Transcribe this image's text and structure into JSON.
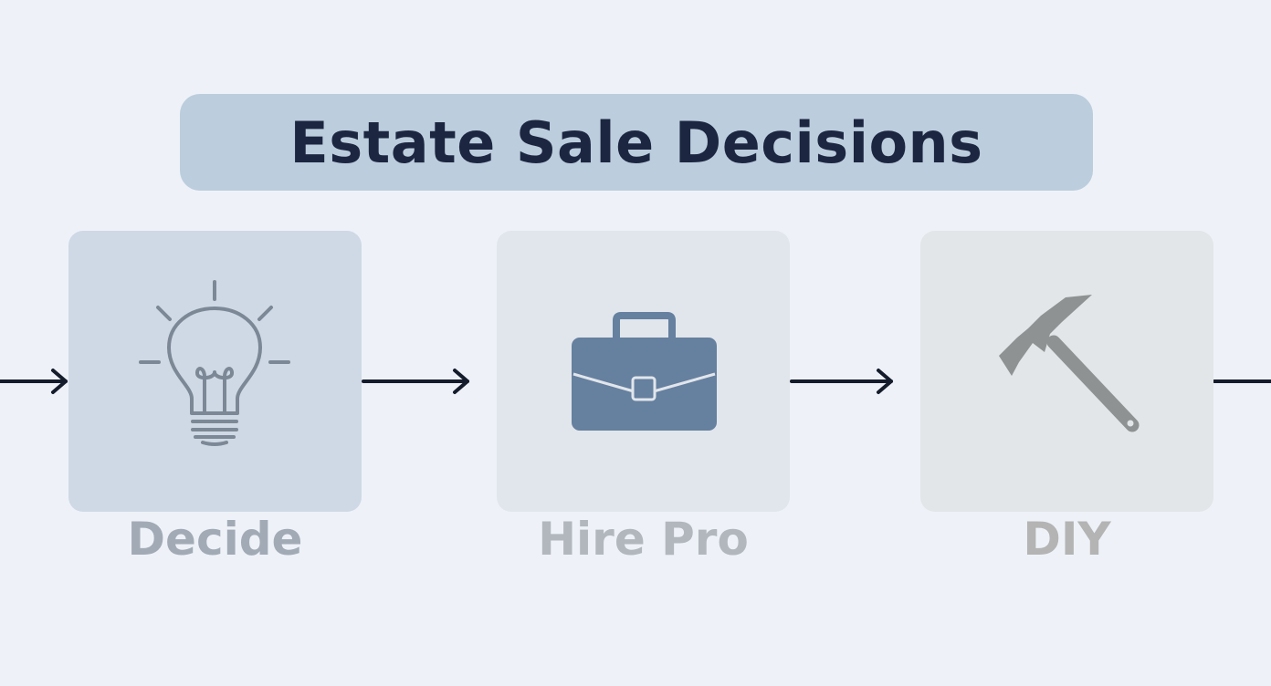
{
  "title": "Estate Sale Decisions",
  "steps": [
    {
      "label": "Decide",
      "icon": "lightbulb-icon"
    },
    {
      "label": "Hire Pro",
      "icon": "briefcase-icon"
    },
    {
      "label": "DIY",
      "icon": "hammer-icon"
    }
  ],
  "colors": {
    "background": "#eef2f8",
    "banner": "#bccddd",
    "title_text": "#1c2640",
    "arrow": "#151c2c",
    "briefcase": "#66809f",
    "lightbulb": "#7c8895",
    "hammer": "#8f9293"
  }
}
